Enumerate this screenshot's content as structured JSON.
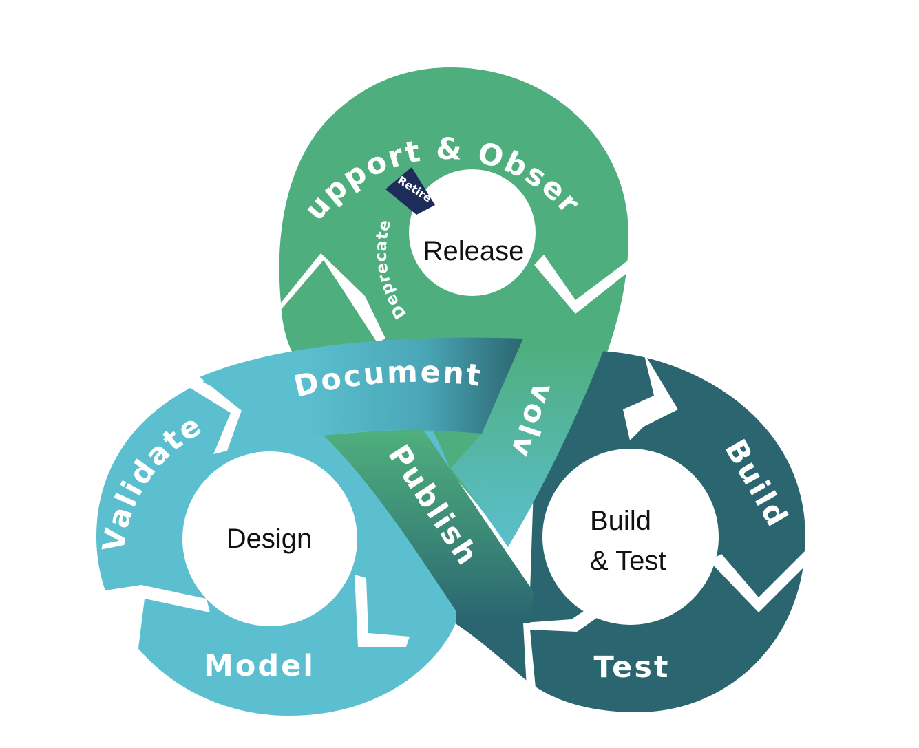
{
  "colors": {
    "green": "#4fae7d",
    "teal_light": "#5bbfcf",
    "teal_dark": "#2b6670",
    "navy": "#1e2c5a",
    "white": "#ffffff"
  },
  "hubs": {
    "release": "Release",
    "design": "Design",
    "build_test_line1": "Build",
    "build_test_line2": "& Test"
  },
  "loops": {
    "support_observe": "Support & Observe",
    "deprecate": "Deprecate",
    "retire": "Retire",
    "document": "Document",
    "evolve": "Evolve",
    "publish": "Publish",
    "validate": "Validate",
    "model": "Model",
    "build": "Build",
    "test": "Test"
  }
}
